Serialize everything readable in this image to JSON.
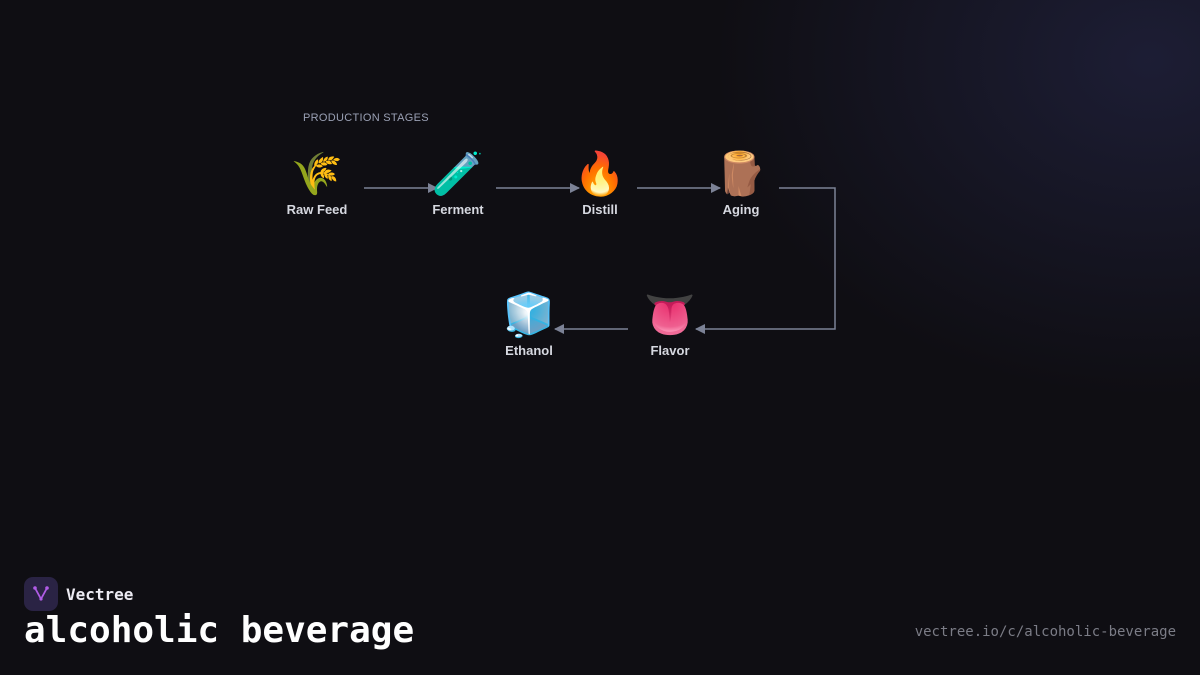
{
  "diagram": {
    "section_label": "PRODUCTION STAGES",
    "nodes": [
      {
        "id": "raw-feed",
        "label": "Raw Feed",
        "icon": "🌾",
        "icon_name": "sheaf-of-rice-icon"
      },
      {
        "id": "ferment",
        "label": "Ferment",
        "icon": "🧪",
        "icon_name": "test-tube-icon"
      },
      {
        "id": "distill",
        "label": "Distill",
        "icon": "🔥",
        "icon_name": "fire-icon"
      },
      {
        "id": "aging",
        "label": "Aging",
        "icon": "🪵",
        "icon_name": "wood-log-icon"
      },
      {
        "id": "flavor",
        "label": "Flavor",
        "icon": "👅",
        "icon_name": "tongue-icon"
      },
      {
        "id": "ethanol",
        "label": "Ethanol",
        "icon": "🧊",
        "icon_name": "ice-cube-icon"
      }
    ],
    "edges": [
      {
        "from": "raw-feed",
        "to": "ferment"
      },
      {
        "from": "ferment",
        "to": "distill"
      },
      {
        "from": "distill",
        "to": "aging"
      },
      {
        "from": "aging",
        "to": "flavor"
      },
      {
        "from": "flavor",
        "to": "ethanol"
      }
    ],
    "edge_color": "#7c8296"
  },
  "brand": {
    "name": "Vectree",
    "logo_color": "#b05ce6"
  },
  "footer": {
    "title": "alcoholic beverage",
    "url": "vectree.io/c/alcoholic-beverage"
  }
}
